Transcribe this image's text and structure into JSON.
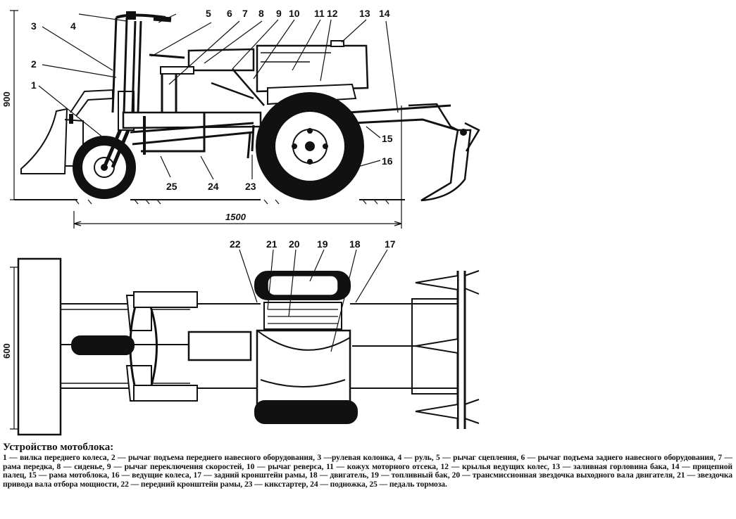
{
  "side_view": {
    "callouts": [
      "1",
      "2",
      "3",
      "4",
      "5",
      "6",
      "7",
      "8",
      "9",
      "10",
      "11",
      "12",
      "13",
      "14",
      "15",
      "16",
      "23",
      "24",
      "25"
    ],
    "dim_height": "900",
    "dim_length": "1500"
  },
  "top_view": {
    "callouts": [
      "17",
      "18",
      "19",
      "20",
      "21",
      "22"
    ],
    "dim_width": "600"
  },
  "caption": {
    "title": "Устройство мотоблока:",
    "body": "1 — вилка переднего колеса, 2 — рычаг подъема переднего навесного оборудования, 3 —рулевая колонка, 4 — руль, 5 — рычаг сцепления, 6 — рычаг подъема заднего навесного оборудования, 7 — рама передка, 8 — сиденье, 9 — рычаг переключения скоростей, 10 — рычаг реверса, 11 — кожух моторного отсека, 12 — крылья ведущих колес, 13 — заливная горловина бака, 14 — прицепной палец, 15 — рама мотоблока, 16 — ведущие колеса, 17 — задний кронштейн рамы, 18 — двигатель, 19 — топливный бак, 20 — трансмиссионная звездочка выходного вала двигателя, 21 — звездочка привода вала отбора мощности, 22 — передний кронштейн рамы, 23 — кикстартер, 24 — подножка, 25 — педаль тормоза."
  }
}
